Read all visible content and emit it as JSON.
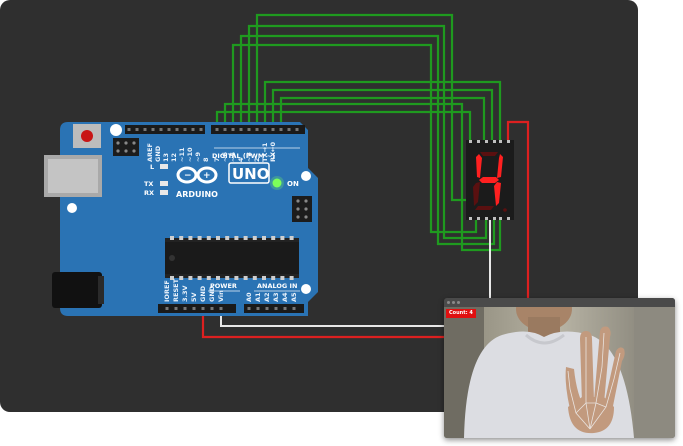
{
  "arduino": {
    "model": "UNO",
    "brand": "ARDUINO",
    "on_label": "ON",
    "tx_label": "TX",
    "rx_label": "RX",
    "l_label": "L",
    "digital_label": "DIGITAL (PWM ~)",
    "power_label": "POWER",
    "analog_label": "ANALOG IN",
    "top_pins": [
      "AREF",
      "GND",
      "13",
      "12",
      "~11",
      "~10",
      "~9",
      "8",
      "7",
      "~6",
      "~5",
      "4",
      "~3",
      "2",
      "TX→1",
      "RX←0"
    ],
    "power_pins": [
      "IOREF",
      "RESET",
      "3.3V",
      "5V",
      "GND",
      "GND",
      "Vin"
    ],
    "analog_pins": [
      "A0",
      "A1",
      "A2",
      "A3",
      "A4",
      "A5"
    ]
  },
  "display": {
    "digit": "4",
    "segment_on_color": "#ff2020",
    "segment_off_color": "#5a1010"
  },
  "webcam": {
    "count_label": "Count: 4"
  },
  "colors": {
    "canvas": "#2f2f2f",
    "board": "#2a73b4",
    "wire_green": "#1f9a1f",
    "wire_red": "#dd2020",
    "wire_white": "#e8e8e8"
  }
}
